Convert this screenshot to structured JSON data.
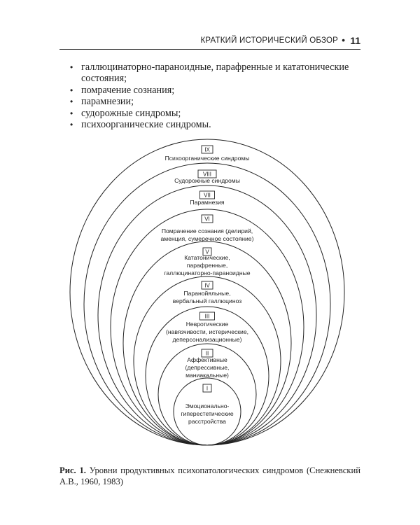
{
  "header": {
    "title": "КРАТКИЙ ИСТОРИЧЕСКИЙ ОБЗОР",
    "bullet": "•",
    "page_number": "11"
  },
  "bullet_list": {
    "marker": "•",
    "items": [
      "галлюцинаторно-параноидные, парафренные и кататонические состояния;",
      "помрачение сознания;",
      "парамнезии;",
      "судорожные синдромы;",
      "психоорганические синдромы."
    ]
  },
  "diagram": {
    "levels": [
      {
        "numeral": "I",
        "lines": [
          "Эмоционально-",
          "гиперестетические",
          "расстройства"
        ]
      },
      {
        "numeral": "II",
        "lines": [
          "Аффективные",
          "(депрессивные,",
          "маниакальные)"
        ]
      },
      {
        "numeral": "III",
        "lines": [
          "Невротические",
          "(навязчивости, истерические,",
          "деперсонализационные)"
        ]
      },
      {
        "numeral": "IV",
        "lines": [
          "Паранойяльные,",
          "вербальный галлюциноз"
        ]
      },
      {
        "numeral": "V",
        "lines": [
          "Кататонические,",
          "парафренные,",
          "галлюцинаторно-параноидные"
        ]
      },
      {
        "numeral": "VI",
        "lines": [
          "Помрачение сознания (делирий,",
          "аменция, сумеречное состояние)"
        ]
      },
      {
        "numeral": "VII",
        "lines": [
          "Парамнезия"
        ]
      },
      {
        "numeral": "VIII",
        "lines": [
          "Судорожные синдромы"
        ]
      },
      {
        "numeral": "IX",
        "lines": [
          "Психоорганические синдромы"
        ]
      }
    ]
  },
  "caption": {
    "label": "Рис. 1.",
    "text": " Уровни продуктивных психопатологических синдромов (Снежневский А.В., 1960, 1983)"
  }
}
